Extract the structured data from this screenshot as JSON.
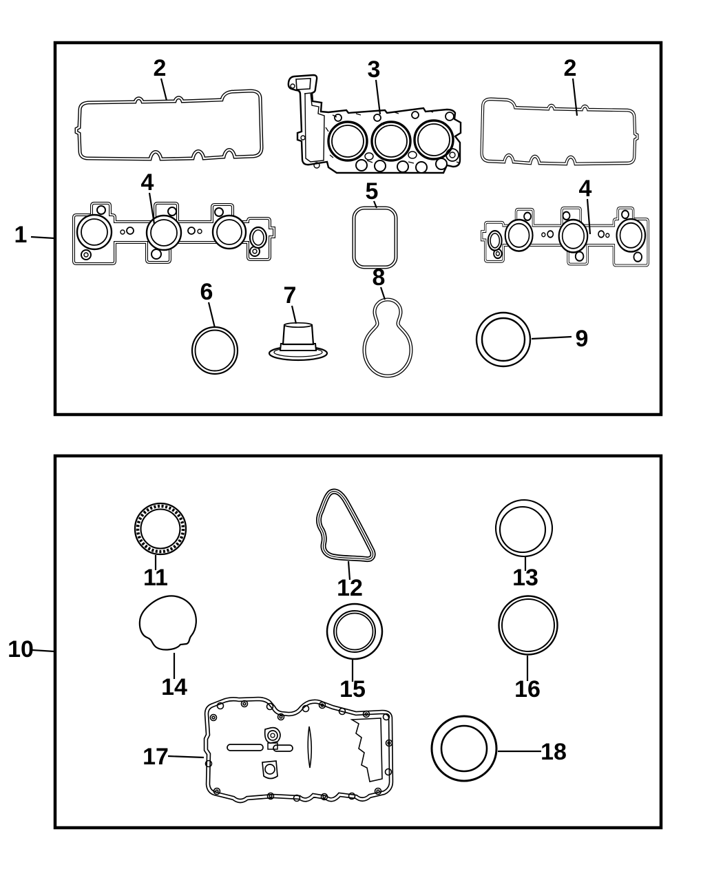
{
  "colors": {
    "line": "#000000",
    "background": "#ffffff"
  },
  "figure": {
    "type": "parts-diagram",
    "panels": [
      {
        "id": "upper",
        "callout": "1",
        "part_callouts": [
          "2",
          "3",
          "2",
          "4",
          "5",
          "4",
          "6",
          "7",
          "8",
          "9"
        ]
      },
      {
        "id": "lower",
        "callout": "10",
        "part_callouts": [
          "11",
          "12",
          "13",
          "14",
          "15",
          "16",
          "17",
          "18"
        ]
      }
    ]
  },
  "shapes": {
    "part2": "valve-cover-gasket-outline",
    "part3": "cylinder-head-gasket-with-three-bores",
    "part4": "three-port-manifold-gasket",
    "part5": "rounded-rectangular-port-gasket",
    "part6": "o-ring",
    "part7": "cap-shaped-seal",
    "part8": "gourd-shaped-gasket",
    "part9": "round-seal-ring",
    "part11": "textured-seal-ring",
    "part12": "triangular-cover-gasket",
    "part13": "seal-ring",
    "part14": "irregular-cover-gasket",
    "part15": "thick-seal-ring",
    "part16": "o-ring",
    "part17": "oil-pan-gasket",
    "part18": "thick-seal-ring"
  },
  "callouts": {
    "box1": "1",
    "part2_left": "2",
    "part3": "3",
    "part2_right": "2",
    "part4_left": "4",
    "part5": "5",
    "part4_right": "4",
    "part6": "6",
    "part7": "7",
    "part8": "8",
    "part9": "9",
    "box10": "10",
    "part11": "11",
    "part12": "12",
    "part13": "13",
    "part14": "14",
    "part15": "15",
    "part16": "16",
    "part17": "17",
    "part18": "18"
  }
}
